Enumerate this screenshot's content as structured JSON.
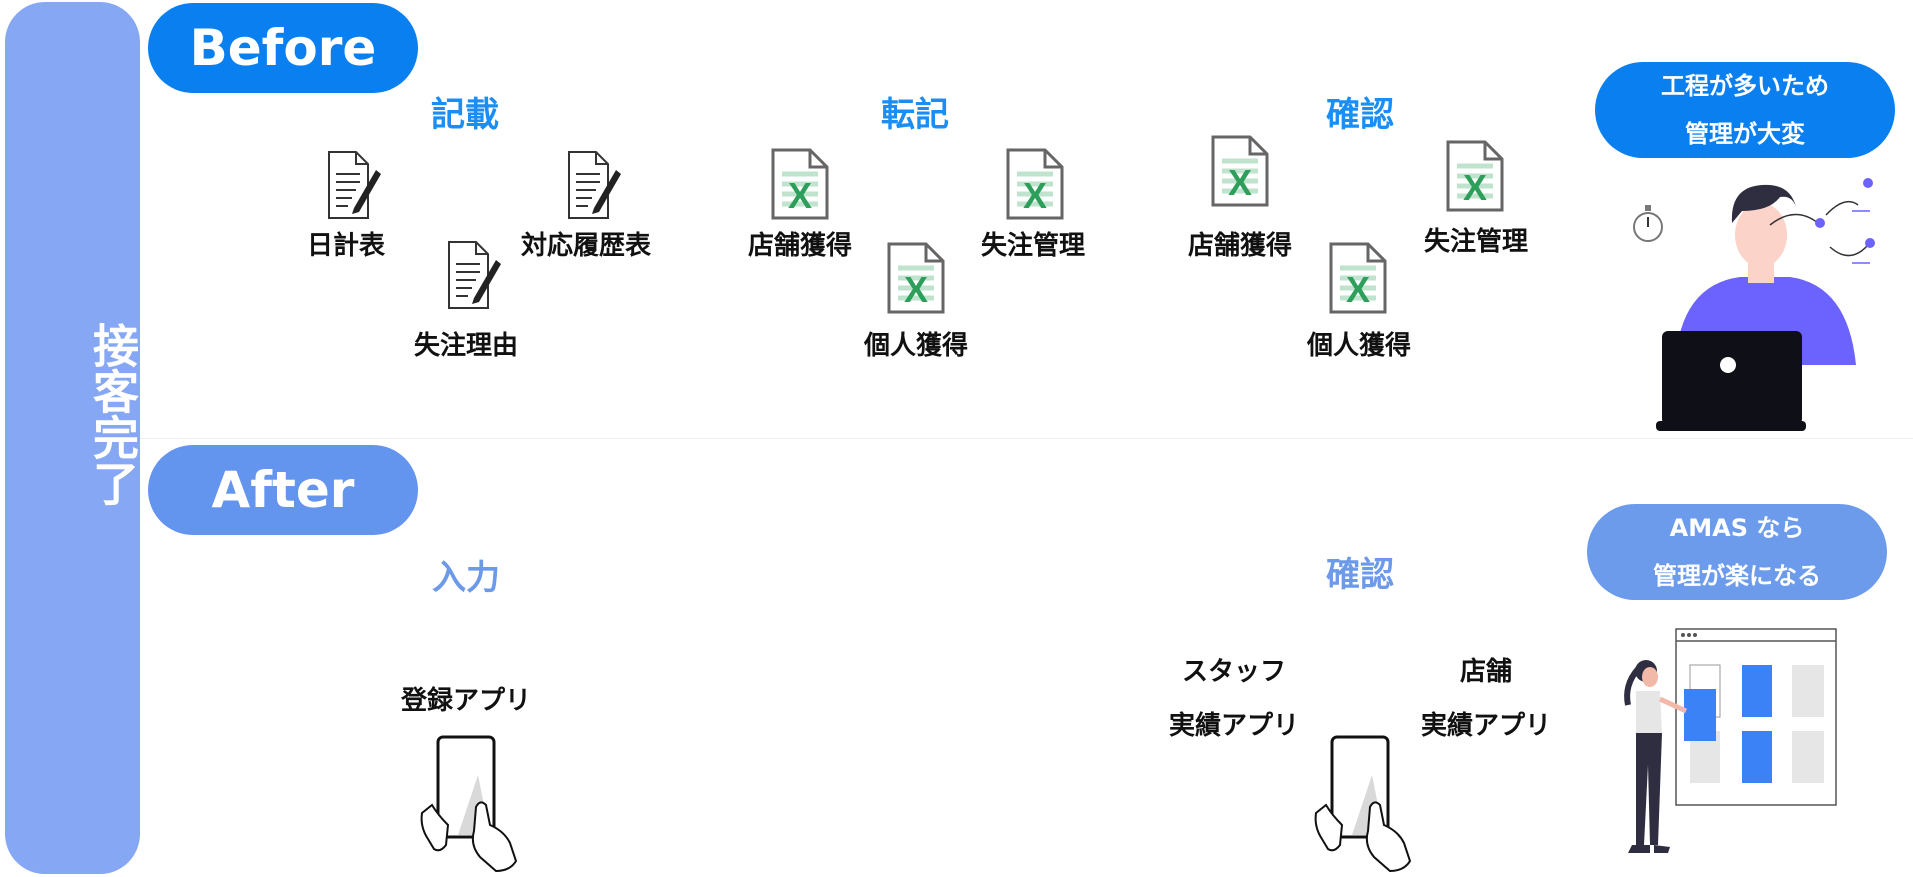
{
  "side": {
    "label": "接客完了"
  },
  "before": {
    "tag": "Before",
    "steps": {
      "kisai": "記載",
      "tenki": "転記",
      "kakunin": "確認"
    },
    "kisai_items": {
      "a": "日計表",
      "b": "対応履歴表",
      "c": "失注理由"
    },
    "tenki_items": {
      "a": "店舗獲得",
      "b": "失注管理",
      "c": "個人獲得"
    },
    "kakunin_items": {
      "a": "店舗獲得",
      "b": "失注管理",
      "c": "個人獲得"
    },
    "bubble": {
      "line1": "工程が多いため",
      "line2": "管理が大変"
    }
  },
  "after": {
    "tag": "After",
    "steps": {
      "nyuryoku": "入力",
      "kakunin": "確認"
    },
    "app_register": "登録アプリ",
    "app_staff": {
      "line1": "スタッフ",
      "line2": "実績アプリ"
    },
    "app_store": {
      "line1": "店舗",
      "line2": "実績アプリ"
    },
    "bubble": {
      "line1": "AMAS なら",
      "line2": "管理が楽になる"
    }
  },
  "colors": {
    "side": "#86a7f4",
    "before_accent": "#0a7ff0",
    "after_accent": "#6495ee",
    "excel_green": "#2e9e5b",
    "laptop": "#0f0f17",
    "person_purple": "#6c63ff"
  },
  "icons": {
    "document": "document-pen-icon",
    "spreadsheet": "excel-file-icon",
    "tablet": "hand-tablet-icon"
  }
}
